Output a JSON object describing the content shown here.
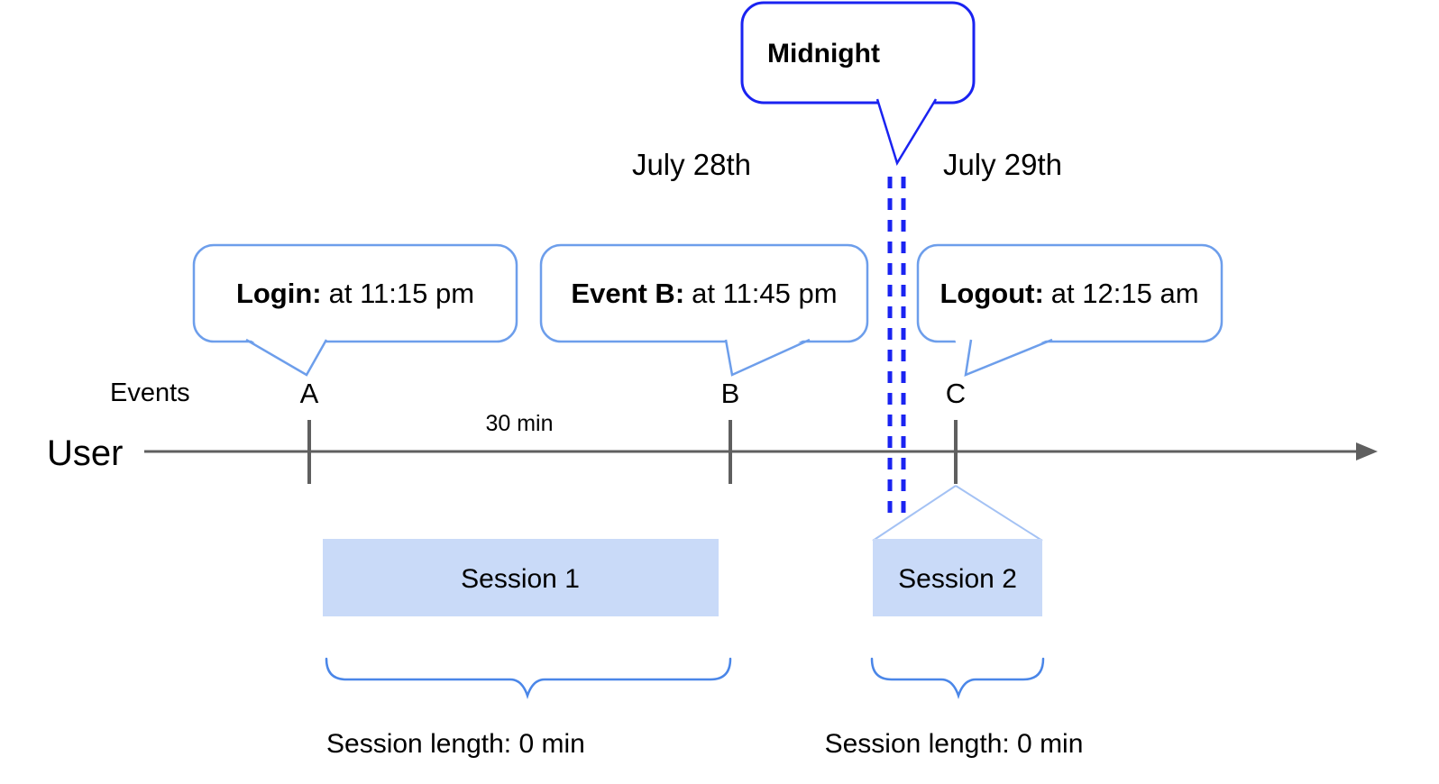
{
  "colors": {
    "line": "#5f5f5f",
    "text": "#000000",
    "midnight_blue": "#1a23f1",
    "bubble_border": "#6d9eeb",
    "brace": "#4a86e8",
    "funnel": "#a4c2f4",
    "session_fill": "#c9daf8"
  },
  "timeline": {
    "user_label": "User",
    "events_label": "Events",
    "interval_label": "30 min"
  },
  "dates": {
    "left": "July 28th",
    "right": "July 29th"
  },
  "midnight": {
    "label": "Midnight"
  },
  "events": [
    {
      "id": "A",
      "bubble_bold": "Login:",
      "bubble_text": "at 11:15 pm"
    },
    {
      "id": "B",
      "bubble_bold": "Event B:",
      "bubble_text": "at 11:45 pm"
    },
    {
      "id": "C",
      "bubble_bold": "Logout:",
      "bubble_text": "at 12:15 am"
    }
  ],
  "sessions": [
    {
      "name": "Session 1",
      "length_label": "Session length: 0 min"
    },
    {
      "name": "Session 2",
      "length_label": "Session length: 0 min"
    }
  ]
}
